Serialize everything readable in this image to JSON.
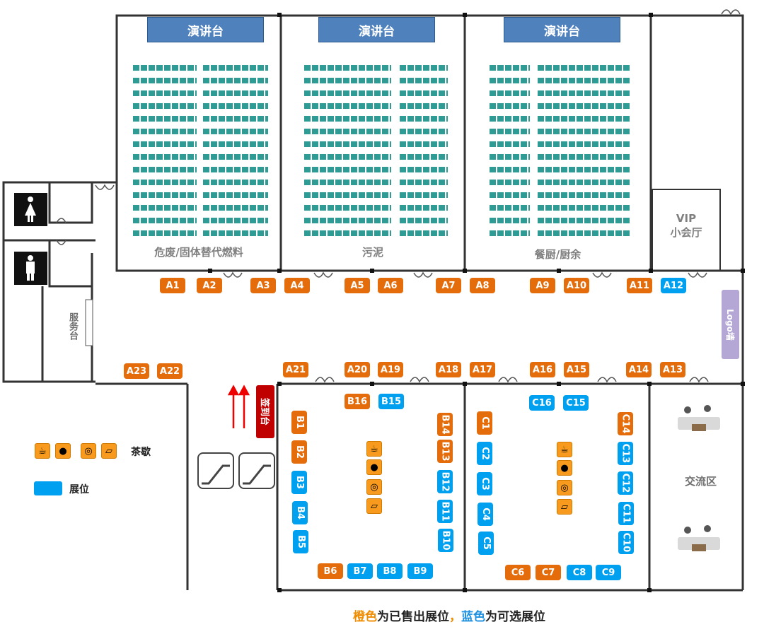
{
  "stage_label": "演讲台",
  "halls": [
    {
      "name": "危废/固体替代燃料"
    },
    {
      "name": "污泥"
    },
    {
      "name": "餐厨/厨余"
    }
  ],
  "vip_room": "VIP\n小会厅",
  "vip_line1": "VIP",
  "vip_line2": "小会厅",
  "logo_wall": "Logo墙",
  "service_desk": "服务台",
  "sign_in_desk": "签到台",
  "exchange_area": "交流区",
  "legend": {
    "tea_break": "茶歇",
    "booth": "展位"
  },
  "footer": {
    "orange_word": "橙色",
    "part1": "为已售出展位",
    "comma": "，",
    "blue_word": "蓝色",
    "part2": "为可选展位"
  },
  "colors": {
    "sold": "#e46c0a",
    "available": "#00a0f0",
    "stage": "#4f81bd",
    "seat": "#2e9c94",
    "sign_in": "#c00000",
    "logo_wall": "#b4a7d6"
  },
  "booths": [
    {
      "id": "A1",
      "status": "sold"
    },
    {
      "id": "A2",
      "status": "sold"
    },
    {
      "id": "A3",
      "status": "sold"
    },
    {
      "id": "A4",
      "status": "sold"
    },
    {
      "id": "A5",
      "status": "sold"
    },
    {
      "id": "A6",
      "status": "sold"
    },
    {
      "id": "A7",
      "status": "sold"
    },
    {
      "id": "A8",
      "status": "sold"
    },
    {
      "id": "A9",
      "status": "sold"
    },
    {
      "id": "A10",
      "status": "sold"
    },
    {
      "id": "A11",
      "status": "sold"
    },
    {
      "id": "A12",
      "status": "available"
    },
    {
      "id": "A13",
      "status": "sold"
    },
    {
      "id": "A14",
      "status": "sold"
    },
    {
      "id": "A15",
      "status": "sold"
    },
    {
      "id": "A16",
      "status": "sold"
    },
    {
      "id": "A17",
      "status": "sold"
    },
    {
      "id": "A18",
      "status": "sold"
    },
    {
      "id": "A19",
      "status": "sold"
    },
    {
      "id": "A20",
      "status": "sold"
    },
    {
      "id": "A21",
      "status": "sold"
    },
    {
      "id": "A22",
      "status": "sold"
    },
    {
      "id": "A23",
      "status": "sold"
    },
    {
      "id": "B1",
      "status": "sold"
    },
    {
      "id": "B2",
      "status": "sold"
    },
    {
      "id": "B3",
      "status": "available"
    },
    {
      "id": "B4",
      "status": "available"
    },
    {
      "id": "B5",
      "status": "available"
    },
    {
      "id": "B6",
      "status": "sold"
    },
    {
      "id": "B7",
      "status": "available"
    },
    {
      "id": "B8",
      "status": "available"
    },
    {
      "id": "B9",
      "status": "available"
    },
    {
      "id": "B10",
      "status": "available"
    },
    {
      "id": "B11",
      "status": "available"
    },
    {
      "id": "B12",
      "status": "available"
    },
    {
      "id": "B13",
      "status": "sold"
    },
    {
      "id": "B14",
      "status": "sold"
    },
    {
      "id": "B15",
      "status": "available"
    },
    {
      "id": "B16",
      "status": "sold"
    },
    {
      "id": "C1",
      "status": "sold"
    },
    {
      "id": "C2",
      "status": "available"
    },
    {
      "id": "C3",
      "status": "available"
    },
    {
      "id": "C4",
      "status": "available"
    },
    {
      "id": "C5",
      "status": "available"
    },
    {
      "id": "C6",
      "status": "sold"
    },
    {
      "id": "C7",
      "status": "sold"
    },
    {
      "id": "C8",
      "status": "available"
    },
    {
      "id": "C9",
      "status": "available"
    },
    {
      "id": "C10",
      "status": "available"
    },
    {
      "id": "C11",
      "status": "available"
    },
    {
      "id": "C12",
      "status": "available"
    },
    {
      "id": "C13",
      "status": "available"
    },
    {
      "id": "C14",
      "status": "sold"
    },
    {
      "id": "C15",
      "status": "available"
    },
    {
      "id": "C16",
      "status": "available"
    }
  ]
}
